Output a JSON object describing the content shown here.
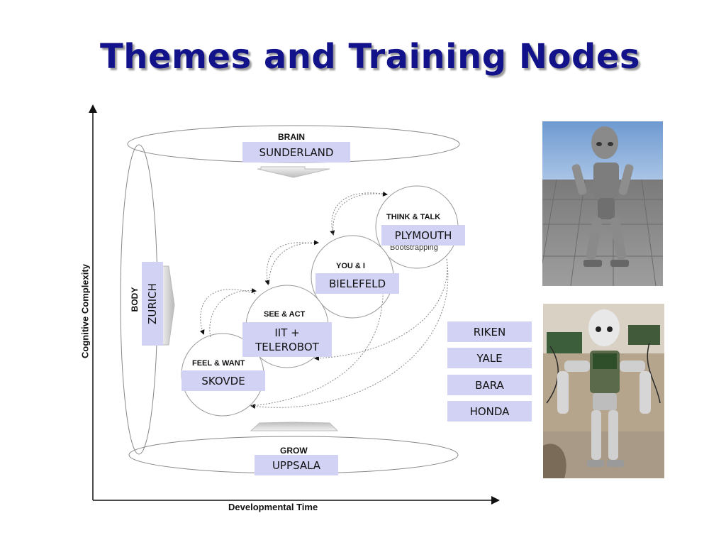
{
  "title": "Themes and Training Nodes",
  "axes": {
    "y_label": "Cognitive Complexity",
    "x_label": "Developmental Time"
  },
  "themes": {
    "brain": "BRAIN",
    "grow": "GROW",
    "body": "BODY",
    "think_talk": "THINK & TALK",
    "think_talk_sub": "Bootstrapping",
    "you_i": "YOU & I",
    "see_act": "SEE & ACT",
    "feel_want": "FEEL & WANT"
  },
  "nodes": {
    "sunderland": "SUNDERLAND",
    "plymouth": "PLYMOUTH",
    "bielefeld": "BIELEFELD",
    "iit_line1": "IIT +",
    "iit_line2": "TELEROBOT",
    "skovde": "SKOVDE",
    "uppsala": "UPPSALA",
    "zurich": "ZURICH"
  },
  "partners": [
    "RIKEN",
    "YALE",
    "BARA",
    "HONDA"
  ],
  "colors": {
    "title": "#12128a",
    "node_box": "#d2d2f4",
    "arrow": "#c8c8c8"
  }
}
